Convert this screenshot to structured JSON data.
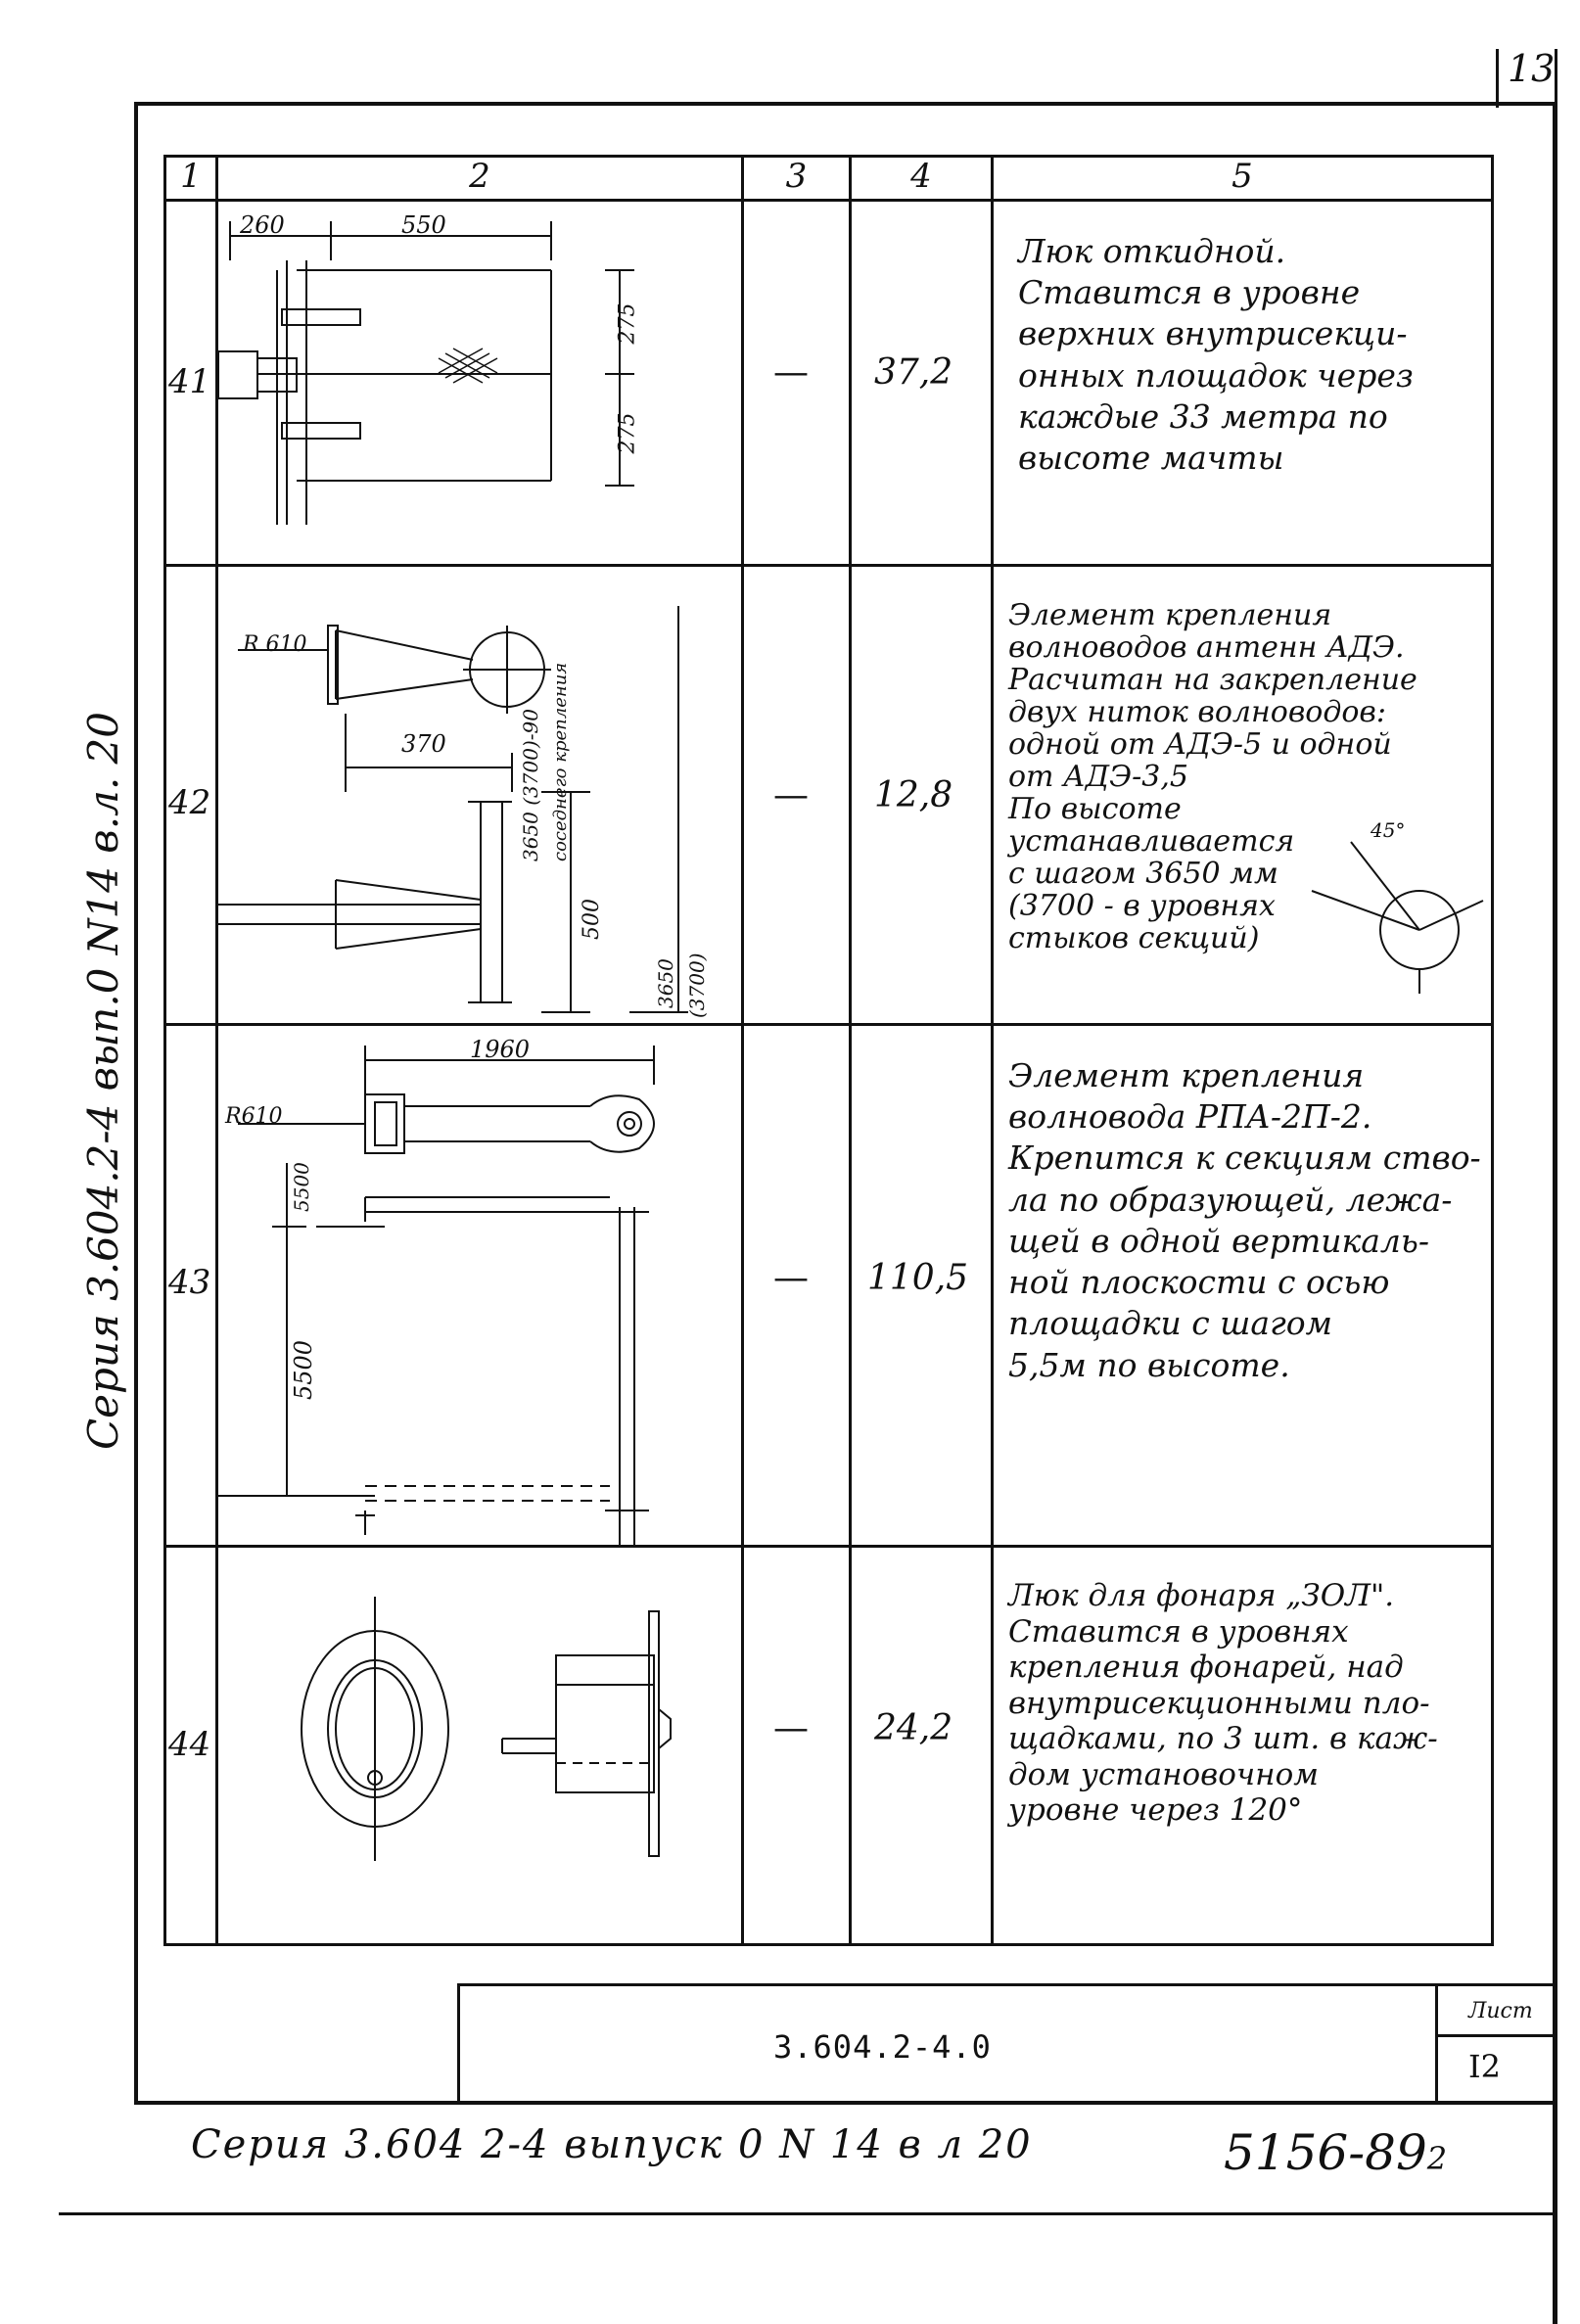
{
  "page_mark": "13",
  "side_text": "Серия 3.604.2-4 вып.0 N14 в.л. 20",
  "columns": [
    "1",
    "2",
    "3",
    "4",
    "5"
  ],
  "rows": [
    {
      "no": "41",
      "col3": "—",
      "mass": "37,2",
      "dims": [
        "260",
        "550",
        "275",
        "275"
      ],
      "note": "Люк откидной.\nСтавится в уровне\nверхних внутрисекци-\nонных площадок через\nкаждые 33 метра по\nвысоте мачты"
    },
    {
      "no": "42",
      "col3": "—",
      "mass": "12,8",
      "dims": [
        "R 610",
        "370",
        "3650 (3700)-90",
        "соседнего крепления",
        "500",
        "3650",
        "(3700)"
      ],
      "note": "Элемент крепления\nволноводов антенн АДЭ.\nРасчитан на закрепление\nдвух ниток волноводов:\nодной от АДЭ-5 и одной\nот АДЭ-3,5\nПо высоте\nустанавливается\nс шагом 3650 мм\n(3700 - в уровнях\nстыков секций)",
      "angle": "45°"
    },
    {
      "no": "43",
      "col3": "—",
      "mass": "110,5",
      "dims": [
        "1960",
        "R610",
        "5500",
        "5500"
      ],
      "note": "Элемент крепления\nволновода РПА-2П-2.\nКрепится к секциям ство-\nла по образующей, лежа-\nщей в одной вертикаль-\nной плоскости с осью\nплощадки с шагом\n5,5м по высоте."
    },
    {
      "no": "44",
      "col3": "—",
      "mass": "24,2",
      "note": "Люк для фонаря „ЗОЛ\".\nСтавится в уровнях\nкрепления фонарей, над\nвнутрисекционными пло-\nщадками, по 3 шт. в каж-\nдом установочном\nуровне через 120°"
    }
  ],
  "title_block": {
    "code": "3.604.2-4.0",
    "sheet_label": "Лист",
    "sheet_no": "I2"
  },
  "footer_text": "Серия 3.604 2-4 выпуск 0 N 14 в л 20",
  "footer_number": "5156-89",
  "footer_sub": "2"
}
